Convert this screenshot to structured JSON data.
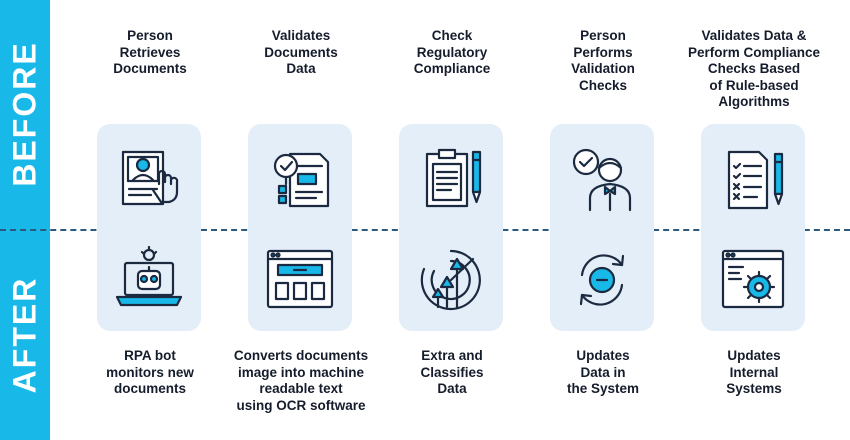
{
  "labels": {
    "before": "BEFORE",
    "after": "AFTER"
  },
  "steps": [
    {
      "before": "Person\nRetrieves\nDocuments",
      "after": "RPA bot\nmonitors new\ndocuments",
      "before_icon": "person-document-icon",
      "after_icon": "robot-laptop-icon"
    },
    {
      "before": "Validates\nDocuments\nData",
      "after": "Converts documents\nimage into machine\nreadable text\nusing OCR software",
      "before_icon": "document-magnifier-icon",
      "after_icon": "browser-window-icon"
    },
    {
      "before": "Check\nRegulatory\nCompliance",
      "after": "Extra and\nClassifies\nData",
      "before_icon": "clipboard-pen-icon",
      "after_icon": "radar-arrows-icon"
    },
    {
      "before": "Person\nPerforms\nValidation\nChecks",
      "after": "Updates\nData in\nthe System",
      "before_icon": "person-checkmark-icon",
      "after_icon": "sync-cycle-icon"
    },
    {
      "before": "Validates Data &\nPerform Compliance\nChecks Based\nof Rule-based\nAlgorithms",
      "after": "Updates\nInternal\nSystems",
      "before_icon": "checklist-pen-icon",
      "after_icon": "window-gear-icon"
    }
  ],
  "colors": {
    "accent": "#18b8e8",
    "card": "#e4eef8",
    "text": "#151c2b",
    "divider": "#2b5a80"
  }
}
